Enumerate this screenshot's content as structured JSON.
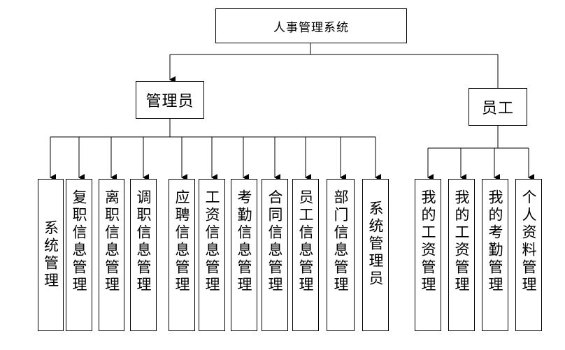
{
  "root": {
    "label": "人事管理系统"
  },
  "admin": {
    "label": "管理员",
    "modules": [
      "系统管理",
      "复职信息管理",
      "离职信息管理",
      "调职信息管理",
      "应聘信息管理",
      "工资信息管理",
      "考勤信息管理",
      "合同信息管理",
      "员工信息管理",
      "部门信息管理",
      "系统管理员"
    ]
  },
  "employee": {
    "label": "员工",
    "modules": [
      "我的工资管理",
      "我的工资管理",
      "我的考勤管理",
      "个人资料管理"
    ]
  }
}
